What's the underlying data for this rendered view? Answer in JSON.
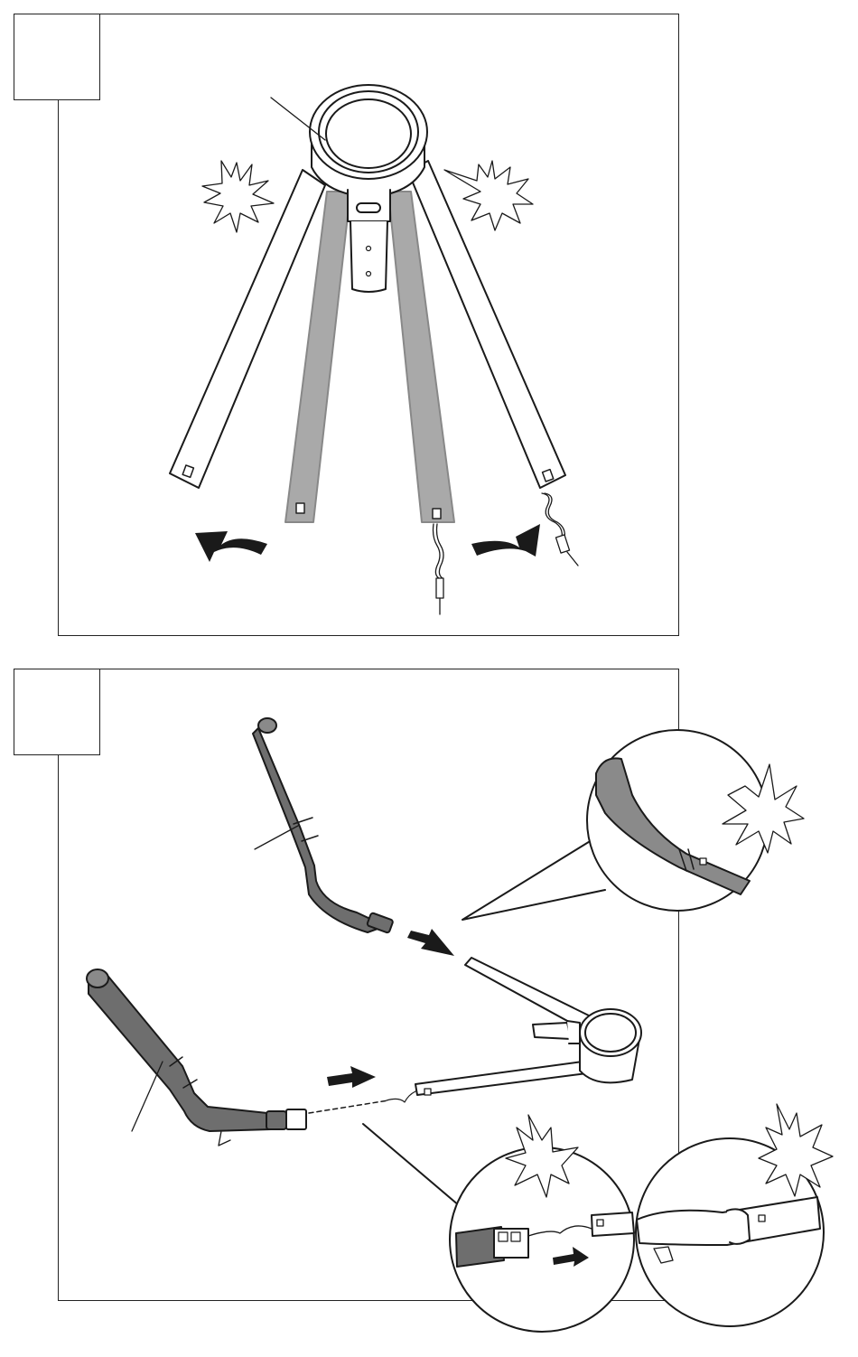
{
  "page": {
    "background": "#ffffff",
    "line_color": "#1a1a1a",
    "dark_part_color": "#6e6e6e",
    "grey_part_color": "#a9a9a9"
  },
  "steps": [
    {
      "number": "",
      "contents": [
        "hub",
        "four-legs",
        "two-legs-folding-out",
        "rotate-arrow-left",
        "rotate-arrow-right",
        "click-burst-left",
        "click-burst-right",
        "cable-plugs"
      ]
    },
    {
      "number": "",
      "contents": [
        "upper-arm-tube",
        "lower-arm-tube",
        "hub-with-legs",
        "insert-arrows",
        "detail-bubble-joint",
        "detail-bubble-plug",
        "detail-bubble-rotated"
      ]
    }
  ]
}
